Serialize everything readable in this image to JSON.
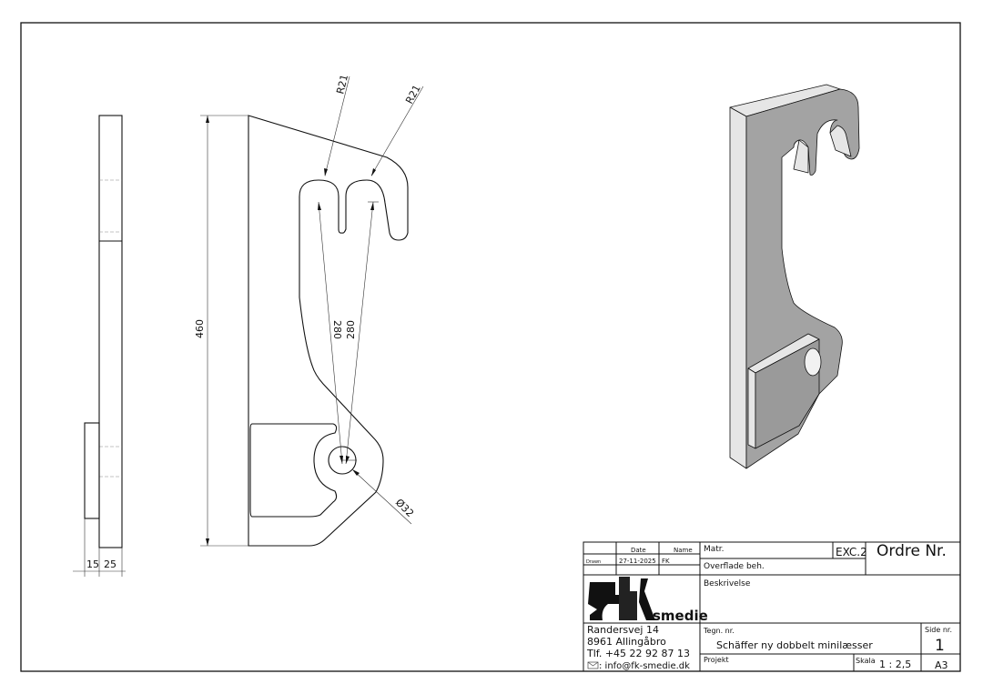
{
  "drawing": {
    "dimensions": {
      "height": "460",
      "radius_left": "R21",
      "radius_right": "R21",
      "distance_left": "280",
      "distance_right": "280",
      "pin_diameter": "Ø32",
      "flange_thickness": "15",
      "plate_thickness": "25"
    }
  },
  "title_block": {
    "date_header": "Date",
    "name_header": "Name",
    "drawn_label": "Drawn",
    "drawn_date": "27-11-2025",
    "drawn_name": "FK",
    "material_label": "Matr.",
    "material_value": "EXC.2",
    "order_label": "Ordre Nr.",
    "surface_label": "Overflade beh.",
    "description_label": "Beskrivelse",
    "logo_text": "smedie",
    "address_line1": "Randersvej 14",
    "address_line2": "8961 Allingåbro",
    "phone": "Tlf. +45 22 92 87 13",
    "email": ": info@fk-smedie.dk",
    "drawing_no_label": "Tegn. nr.",
    "drawing_title": "Schäffer ny dobbelt minilæsser",
    "page_label": "Side nr.",
    "page_number": "1",
    "project_label": "Projekt",
    "scale_label": "Skala",
    "scale_value": "1 : 2,5",
    "paper_size": "A3"
  }
}
